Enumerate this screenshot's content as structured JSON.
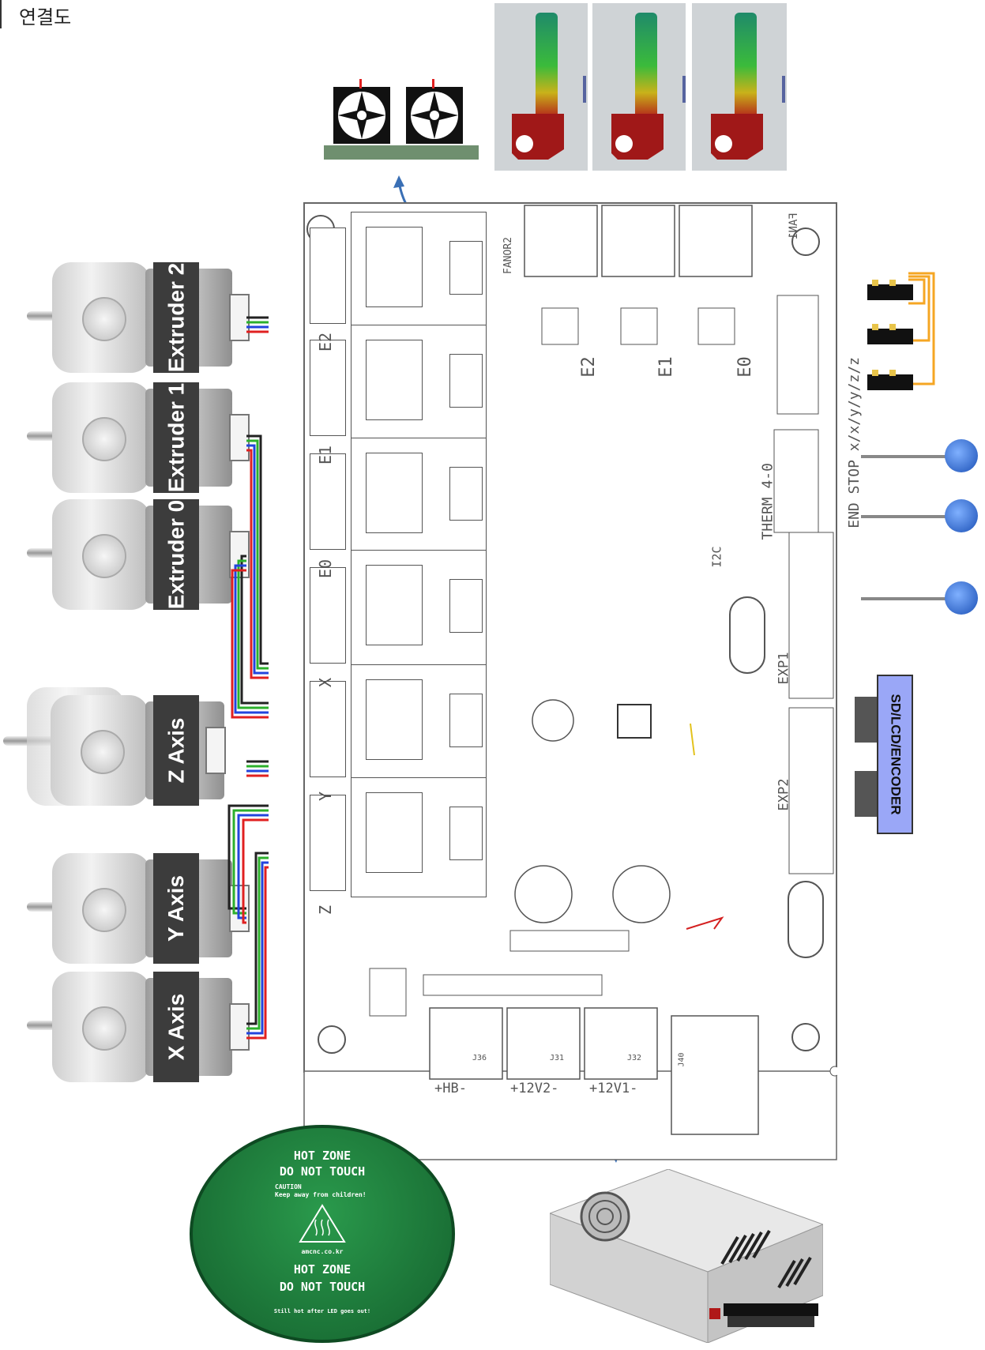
{
  "page": {
    "title": "연결도"
  },
  "motors": [
    {
      "label": "Extruder 2"
    },
    {
      "label": "Extruder 1"
    },
    {
      "label": "Extruder 0"
    },
    {
      "label": "Z Axis"
    },
    {
      "label": "Y Axis"
    },
    {
      "label": "X Axis"
    }
  ],
  "board": {
    "fan_label": "FAN1",
    "fan_connector": "FANOR2",
    "endstop_label": "END STOP x/x/y/y/z/z",
    "therm_label": "THERM 4-0",
    "i2c_label": "I2C",
    "exp1_label": "EXP1",
    "exp2_label": "EXP2",
    "axis_labels": [
      "E2",
      "E1",
      "E0",
      "X",
      "Y",
      "Z"
    ],
    "heater_labels": [
      "E2",
      "E1",
      "E0"
    ],
    "power_labels": [
      "+HB-",
      "+12V2-",
      "+12V1-"
    ],
    "connectors": [
      "J36",
      "J31",
      "J32",
      "J40"
    ]
  },
  "sdlcd": {
    "label": "SD/LCD/ENCODER"
  },
  "heated_bed": {
    "line1": "HOT ZONE",
    "line2": "DO NOT TOUCH",
    "caution": "CAUTION",
    "caution_sub": "Keep away from children!",
    "site": "amcnc.co.kr",
    "line3": "HOT ZONE",
    "line4": "DO NOT TOUCH",
    "footer": "Still hot after LED goes out!"
  },
  "colors": {
    "wire_red": "#e02020",
    "wire_green": "#2cb02c",
    "wire_blue": "#2244dd",
    "wire_black": "#222222",
    "arrow": "#3a6fb5",
    "bed": "#1e7a3c",
    "sdlcd": "#9aa7f7"
  }
}
